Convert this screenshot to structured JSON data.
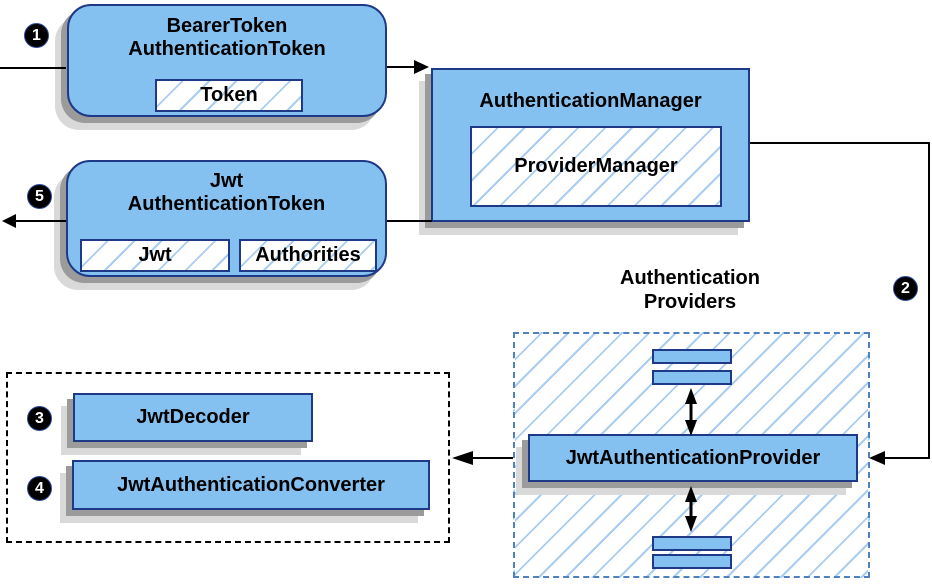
{
  "colors": {
    "node_fill": "#85c1f0",
    "node_border": "#1e3a86",
    "hatch_line": "#a9cdf0",
    "providers_group_border": "#4e81bd",
    "decoder_group_border": "#000000",
    "wire": "#000000",
    "shadow": "#9b9b9b",
    "shadow_light": "#d9d9d9",
    "badge_background": "#000000",
    "badge_text": "#ffffff",
    "text": "#000000"
  },
  "badges": [
    {
      "label": "1"
    },
    {
      "label": "2"
    },
    {
      "label": "3"
    },
    {
      "label": "4"
    },
    {
      "label": "5"
    }
  ],
  "nodes": {
    "bearer_token": {
      "title_line1": "BearerToken",
      "title_line2": "AuthenticationToken",
      "field": "Token"
    },
    "authentication_manager": {
      "title": "AuthenticationManager",
      "implementation": "ProviderManager"
    },
    "jwt_authentication_token": {
      "title_line1": "Jwt",
      "title_line2": "AuthenticationToken",
      "field_jwt": "Jwt",
      "field_authorities": "Authorities"
    },
    "authentication_providers_group": {
      "title_line1": "Authentication",
      "title_line2": "Providers"
    },
    "jwt_authentication_provider": {
      "title": "JwtAuthenticationProvider"
    },
    "jwt_decoder": {
      "title": "JwtDecoder"
    },
    "jwt_authentication_converter": {
      "title": "JwtAuthenticationConverter"
    }
  }
}
